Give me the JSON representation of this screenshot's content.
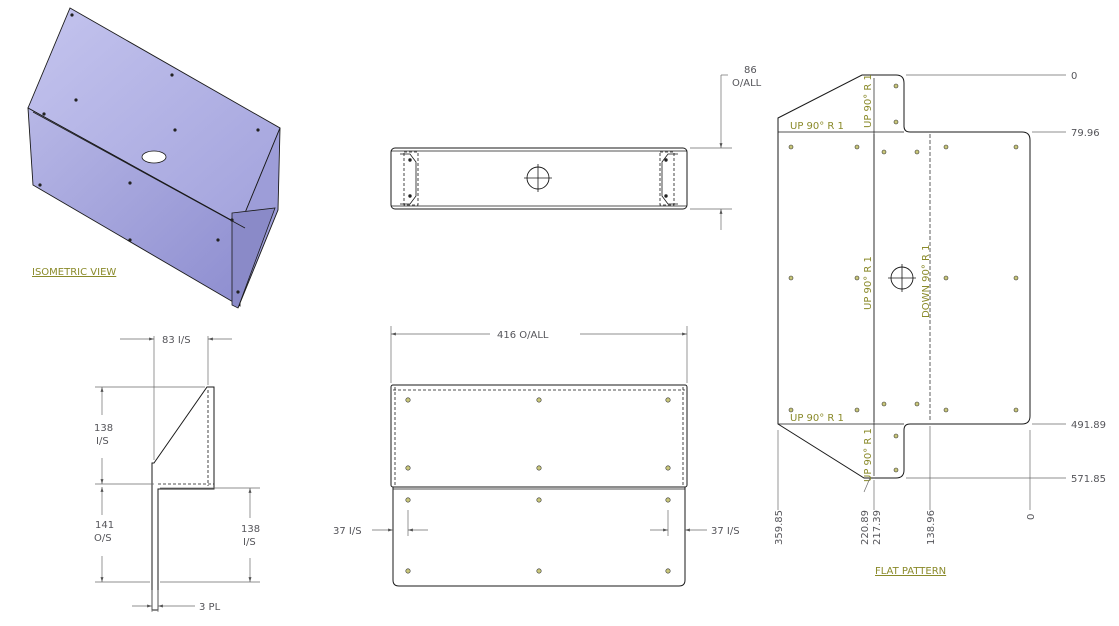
{
  "views": {
    "isometric": {
      "title": "ISOMETRIC VIEW"
    },
    "flat_pattern": {
      "title": "FLAT PATTERN"
    }
  },
  "side_view": {
    "dim_top": "83 I/S",
    "dim_upper_value": "138",
    "dim_upper_unit": "I/S",
    "dim_lower_value": "141",
    "dim_lower_unit": "O/S",
    "dim_right_value": "138",
    "dim_right_unit": "I/S",
    "dim_thickness": "3 PL"
  },
  "top_view": {
    "dim_height_value": "86",
    "dim_height_unit": "O/ALL"
  },
  "front_view": {
    "dim_width": "416 O/ALL",
    "dim_left": "37 I/S",
    "dim_right": "37 I/S"
  },
  "flat_pattern": {
    "bend_labels": [
      "UP 90° R 1",
      "UP 90° R 1",
      "UP 90° R 1",
      "DOWN 90° R 1",
      "UP 90° R 1",
      "UP 90° R 1"
    ],
    "ordinates_right": [
      "0",
      "79.96",
      "491.89",
      "571.85"
    ],
    "ordinates_bottom": [
      "359.85",
      "220.89",
      "217.39",
      "138.96",
      "0"
    ]
  }
}
